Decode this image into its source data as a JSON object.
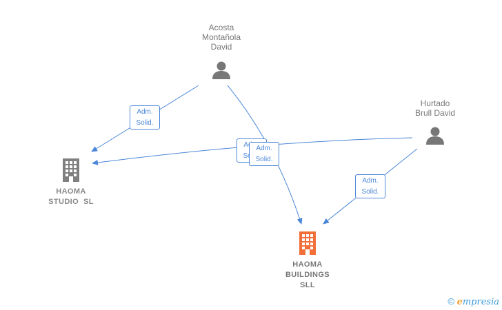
{
  "persons": {
    "acosta": {
      "line1": "Acosta",
      "line2": "Montañola",
      "line3": "David"
    },
    "hurtado": {
      "line1": "Hurtado",
      "line2": "Brull David"
    }
  },
  "companies": {
    "studio": {
      "line1": "HAOMA",
      "line2": "STUDIO  SL"
    },
    "buildings": {
      "line1": "HAOMA",
      "line2": "BUILDINGS",
      "line3": "SLL"
    }
  },
  "edges": [
    {
      "from": "Acosta Montañola David",
      "to": "HAOMA STUDIO SL",
      "line1": "Adm.",
      "line2": "Solid."
    },
    {
      "from": "Hurtado Brull David",
      "to": "HAOMA STUDIO SL",
      "line1": "Adm.",
      "line2": "Solid."
    },
    {
      "from": "Acosta Montañola David",
      "to": "HAOMA BUILDINGS SLL",
      "line1": "Adm.",
      "line2": "Solid."
    },
    {
      "from": "Hurtado Brull David",
      "to": "HAOMA BUILDINGS SLL",
      "line1": "Adm.",
      "line2": "Solid."
    }
  ],
  "colors": {
    "edge": "#4a86d8",
    "person_icon": "#777777",
    "company_icon": "#808080",
    "focus_company_icon": "#f26f3a"
  },
  "footer": {
    "copyright": "©",
    "brand_initial": "e",
    "brand_rest": "mpresia"
  }
}
